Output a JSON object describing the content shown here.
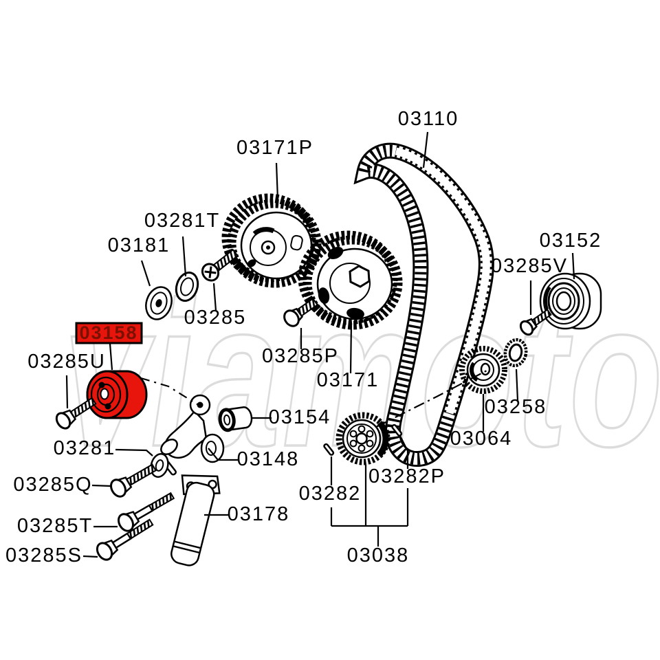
{
  "watermark": {
    "text": "viamoto"
  },
  "colors": {
    "background": "#ffffff",
    "line": "#000000",
    "highlight_red": "#e8150c",
    "highlight_text": "#7c1000",
    "watermark_gray": "#d7d7d7"
  },
  "highlight": {
    "part": "03158"
  },
  "labels": {
    "belt": "03110",
    "cam_sprocket_exhaust": "03171P",
    "washer_03281T": "03281T",
    "plate_03181": "03181",
    "bolt_03285": "03285",
    "tensioner_pulley": "03158",
    "bolt_03285U": "03285U",
    "bolt_03285P": "03285P",
    "cam_sprocket_intake": "03171",
    "idler_pulley": "03152",
    "bolt_03285V": "03285V",
    "oring_03258": "03258",
    "sprocket_03064": "03064",
    "spacer_03154": "03154",
    "tensioner_arm": "03148",
    "washer_03281": "03281",
    "bolt_03285Q": "03285Q",
    "bolt_03285T": "03285T",
    "bolt_03285S": "03285S",
    "auto_tensioner": "03178",
    "key_03282": "03282",
    "key_03282P": "03282P",
    "crank_sprocket": "03038"
  }
}
